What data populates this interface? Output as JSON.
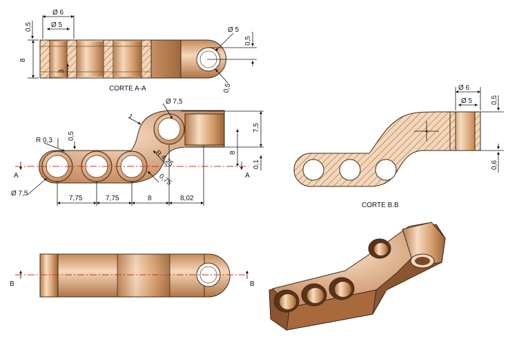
{
  "colors": {
    "bronze_light": "#f2cfae",
    "bronze": "#c98a5a",
    "bronze_dark": "#8a5530",
    "hatch": "#9a6438",
    "axis": "#e0261c"
  },
  "top_view": {
    "dims": {
      "d_outer": "Ø 6",
      "d_inner": "Ø 5",
      "t_top": "0,5",
      "height": "8",
      "slot": "3",
      "hole_d": "Ø 5",
      "right_t": "0,5",
      "chamfer": "0,5"
    },
    "caption": "CORTE A-A"
  },
  "front_view": {
    "dims": {
      "r_small": "R 0,3",
      "top_t": "0,5",
      "thick": "1",
      "hole_d_top": "Ø 7,5",
      "d_left": "Ø 7,5",
      "r_inner": "R 4,25",
      "offset": "0,75",
      "h_total": "7,5",
      "h_side": "8",
      "gap": "0,1",
      "pitch1": "7,75",
      "pitch2": "7,75",
      "pitch3": "8",
      "pitch4": "8,02"
    },
    "section_marks": {
      "left": "A",
      "right": "A"
    }
  },
  "section_b": {
    "dims": {
      "d_outer": "Ø 6",
      "d_inner": "Ø 5",
      "t_top": "0,5",
      "t_bottom": "0,6"
    },
    "caption": "CORTE B.B"
  },
  "bottom_view": {
    "section_marks": {
      "left": "B",
      "right": "B"
    }
  }
}
